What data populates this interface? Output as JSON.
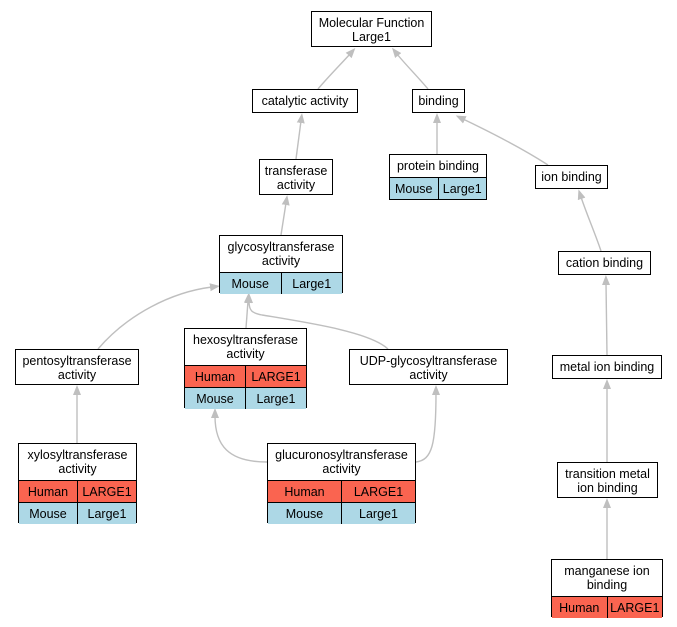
{
  "colors": {
    "human": "#fa6450",
    "mouse": "#add8e6",
    "edge": "#bfbfbf"
  },
  "nodes": [
    {
      "id": "mf",
      "label": "Molecular Function\nLarge1",
      "rows": []
    },
    {
      "id": "catalytic",
      "label": "catalytic activity",
      "rows": []
    },
    {
      "id": "binding",
      "label": "binding",
      "rows": []
    },
    {
      "id": "transferase",
      "label": "transferase\nactivity",
      "rows": []
    },
    {
      "id": "protein_binding",
      "label": "protein binding",
      "rows": [
        {
          "species": "Mouse",
          "gene": "Large1"
        }
      ]
    },
    {
      "id": "ion_binding",
      "label": "ion binding",
      "rows": []
    },
    {
      "id": "glycosyl",
      "label": "glycosyltransferase\nactivity",
      "rows": [
        {
          "species": "Mouse",
          "gene": "Large1"
        }
      ]
    },
    {
      "id": "cation",
      "label": "cation binding",
      "rows": []
    },
    {
      "id": "pentosyl",
      "label": "pentosyltransferase\nactivity",
      "rows": []
    },
    {
      "id": "hexosyl",
      "label": "hexosyltransferase\nactivity",
      "rows": [
        {
          "species": "Human",
          "gene": "LARGE1"
        },
        {
          "species": "Mouse",
          "gene": "Large1"
        }
      ]
    },
    {
      "id": "udp",
      "label": "UDP-glycosyltransferase\nactivity",
      "rows": []
    },
    {
      "id": "metal",
      "label": "metal ion binding",
      "rows": []
    },
    {
      "id": "xylosyl",
      "label": "xylosyltransferase\nactivity",
      "rows": [
        {
          "species": "Human",
          "gene": "LARGE1"
        },
        {
          "species": "Mouse",
          "gene": "Large1"
        }
      ]
    },
    {
      "id": "glucuronosyl",
      "label": "glucuronosyltransferase\nactivity",
      "rows": [
        {
          "species": "Human",
          "gene": "LARGE1"
        },
        {
          "species": "Mouse",
          "gene": "Large1"
        }
      ]
    },
    {
      "id": "transition",
      "label": "transition metal\nion binding",
      "rows": []
    },
    {
      "id": "manganese",
      "label": "manganese ion\nbinding",
      "rows": [
        {
          "species": "Human",
          "gene": "LARGE1"
        }
      ]
    }
  ],
  "edges": [
    {
      "from": "catalytic",
      "to": "mf"
    },
    {
      "from": "binding",
      "to": "mf"
    },
    {
      "from": "transferase",
      "to": "catalytic"
    },
    {
      "from": "protein_binding",
      "to": "binding"
    },
    {
      "from": "ion_binding",
      "to": "binding"
    },
    {
      "from": "glycosyl",
      "to": "transferase"
    },
    {
      "from": "cation",
      "to": "ion_binding"
    },
    {
      "from": "pentosyl",
      "to": "glycosyl"
    },
    {
      "from": "hexosyl",
      "to": "glycosyl"
    },
    {
      "from": "udp",
      "to": "glycosyl"
    },
    {
      "from": "metal",
      "to": "cation"
    },
    {
      "from": "xylosyl",
      "to": "pentosyl"
    },
    {
      "from": "glucuronosyl",
      "to": "hexosyl"
    },
    {
      "from": "glucuronosyl",
      "to": "udp"
    },
    {
      "from": "transition",
      "to": "metal"
    },
    {
      "from": "manganese",
      "to": "transition"
    }
  ]
}
